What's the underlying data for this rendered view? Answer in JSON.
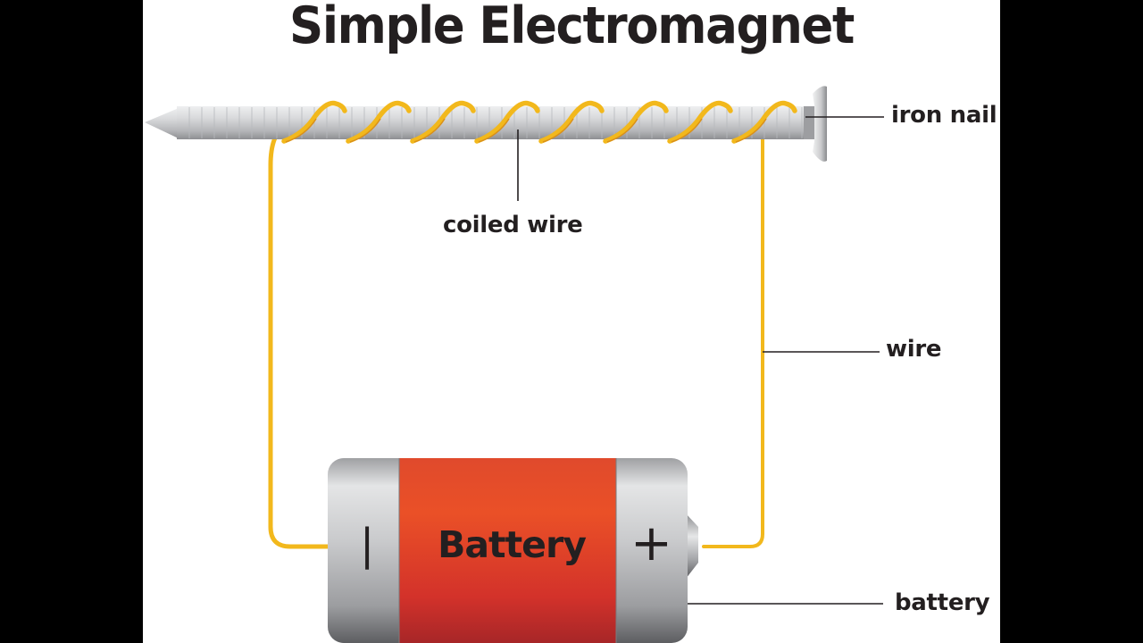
{
  "title": "Simple Electromagnet",
  "labels": {
    "iron_nail": "iron nail",
    "coiled_wire": "coiled wire",
    "wire": "wire",
    "battery": "battery"
  },
  "battery": {
    "text": "Battery",
    "negative_symbol": "|",
    "positive_symbol": "+"
  },
  "colors": {
    "wire": "#f2b81c",
    "battery_body": "#e8462a",
    "battery_cap": "#b9babc",
    "nail": "#cfd0d2",
    "text": "#231f20"
  },
  "coil_turns": 8
}
